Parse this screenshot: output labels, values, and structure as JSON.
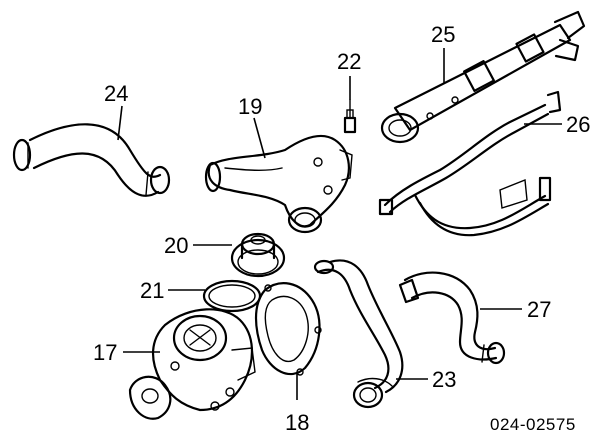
{
  "diagram": {
    "callouts": {
      "p17": "17",
      "p18": "18",
      "p19": "19",
      "p20": "20",
      "p21": "21",
      "p22": "22",
      "p23": "23",
      "p24": "24",
      "p25": "25",
      "p26": "26",
      "p27": "27"
    },
    "diagram_code": "024-02575"
  }
}
